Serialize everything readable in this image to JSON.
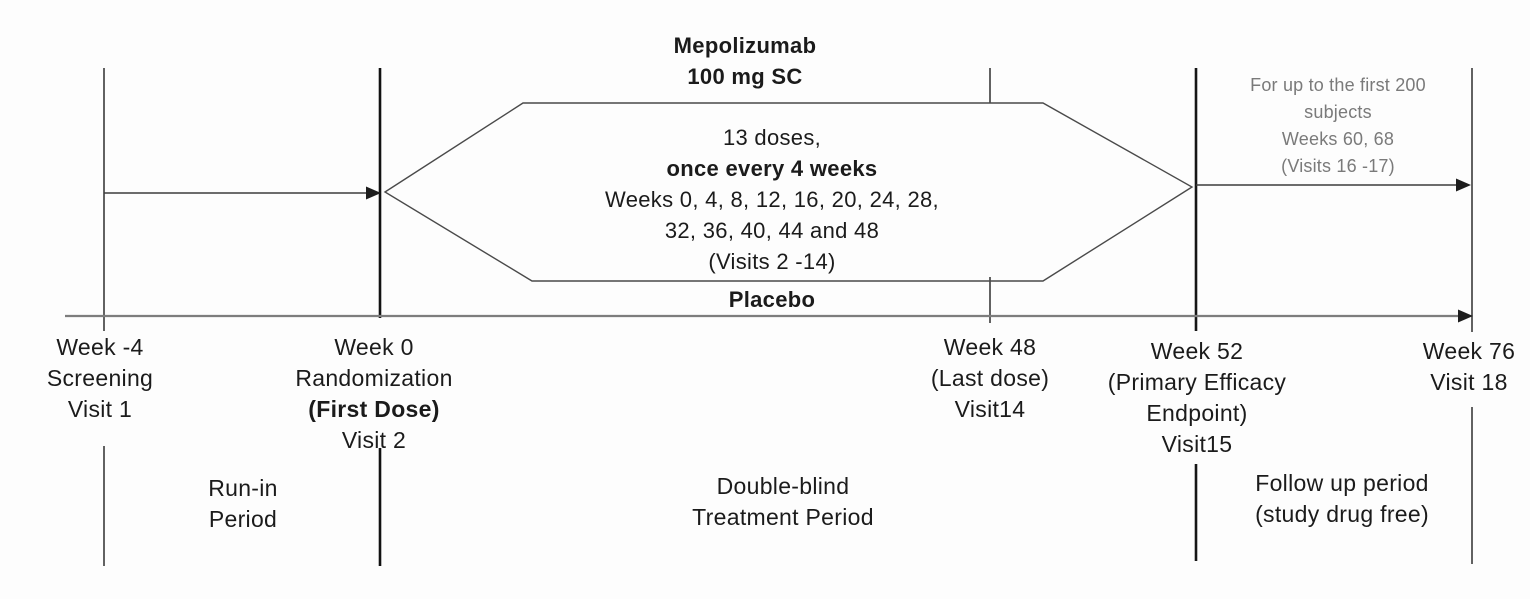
{
  "figure": {
    "arms": {
      "mepolizumab_line1": "Mepolizumab",
      "mepolizumab_line2": "100 mg SC",
      "placebo": "Placebo"
    },
    "dosing": {
      "line1": "13 doses,",
      "line2": "once every 4 weeks",
      "line3": "Weeks 0, 4, 8, 12, 16, 20, 24, 28,",
      "line4": "32, 36, 40, 44 and 48",
      "line5": "(Visits 2 -14)"
    },
    "followup_note": {
      "line1": "For up to the first 200",
      "line2": "subjects",
      "line3": "Weeks 60, 68",
      "line4": "(Visits 16 -17)"
    },
    "milestones": [
      {
        "id": "week-minus4",
        "lines": [
          "Week -4",
          "Screening",
          "Visit 1"
        ]
      },
      {
        "id": "week-0",
        "lines": [
          "Week 0",
          "Randomization",
          "(First Dose)",
          "Visit 2"
        ]
      },
      {
        "id": "week-48",
        "lines": [
          "Week 48",
          "(Last dose)",
          "Visit14"
        ]
      },
      {
        "id": "week-52",
        "lines": [
          "Week 52",
          "(Primary Efficacy",
          "Endpoint)",
          "Visit15"
        ]
      },
      {
        "id": "week-76",
        "lines": [
          "Week 76",
          "Visit 18"
        ]
      }
    ],
    "periods": [
      {
        "id": "run-in",
        "lines": [
          "Run-in",
          "Period"
        ]
      },
      {
        "id": "double-blind",
        "lines": [
          "Double-blind",
          "Treatment Period"
        ]
      },
      {
        "id": "follow-up",
        "lines": [
          "Follow up period",
          "(study drug free)"
        ]
      }
    ],
    "colors": {
      "line_dark": "#111111",
      "line_mid": "#3c3c3c",
      "timeline_gray": "#7d7d7d",
      "hexagon_stroke": "#4a4a4a",
      "note_gray": "#7a7a7a",
      "text": "#1b1b1b"
    }
  }
}
